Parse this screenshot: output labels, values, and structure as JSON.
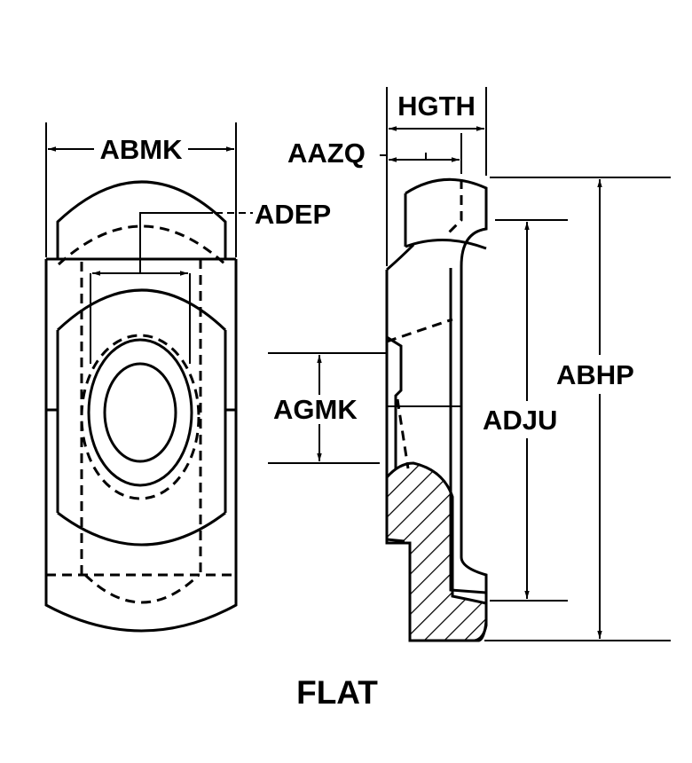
{
  "labels": {
    "abmk": "ABMK",
    "adep": "ADEP",
    "hgth": "HGTH",
    "aazq": "AAZQ",
    "agmk": "AGMK",
    "adju": "ADJU",
    "abhp": "ABHP"
  },
  "caption": "FLAT",
  "colors": {
    "ink": "#000000",
    "background": "#ffffff"
  }
}
